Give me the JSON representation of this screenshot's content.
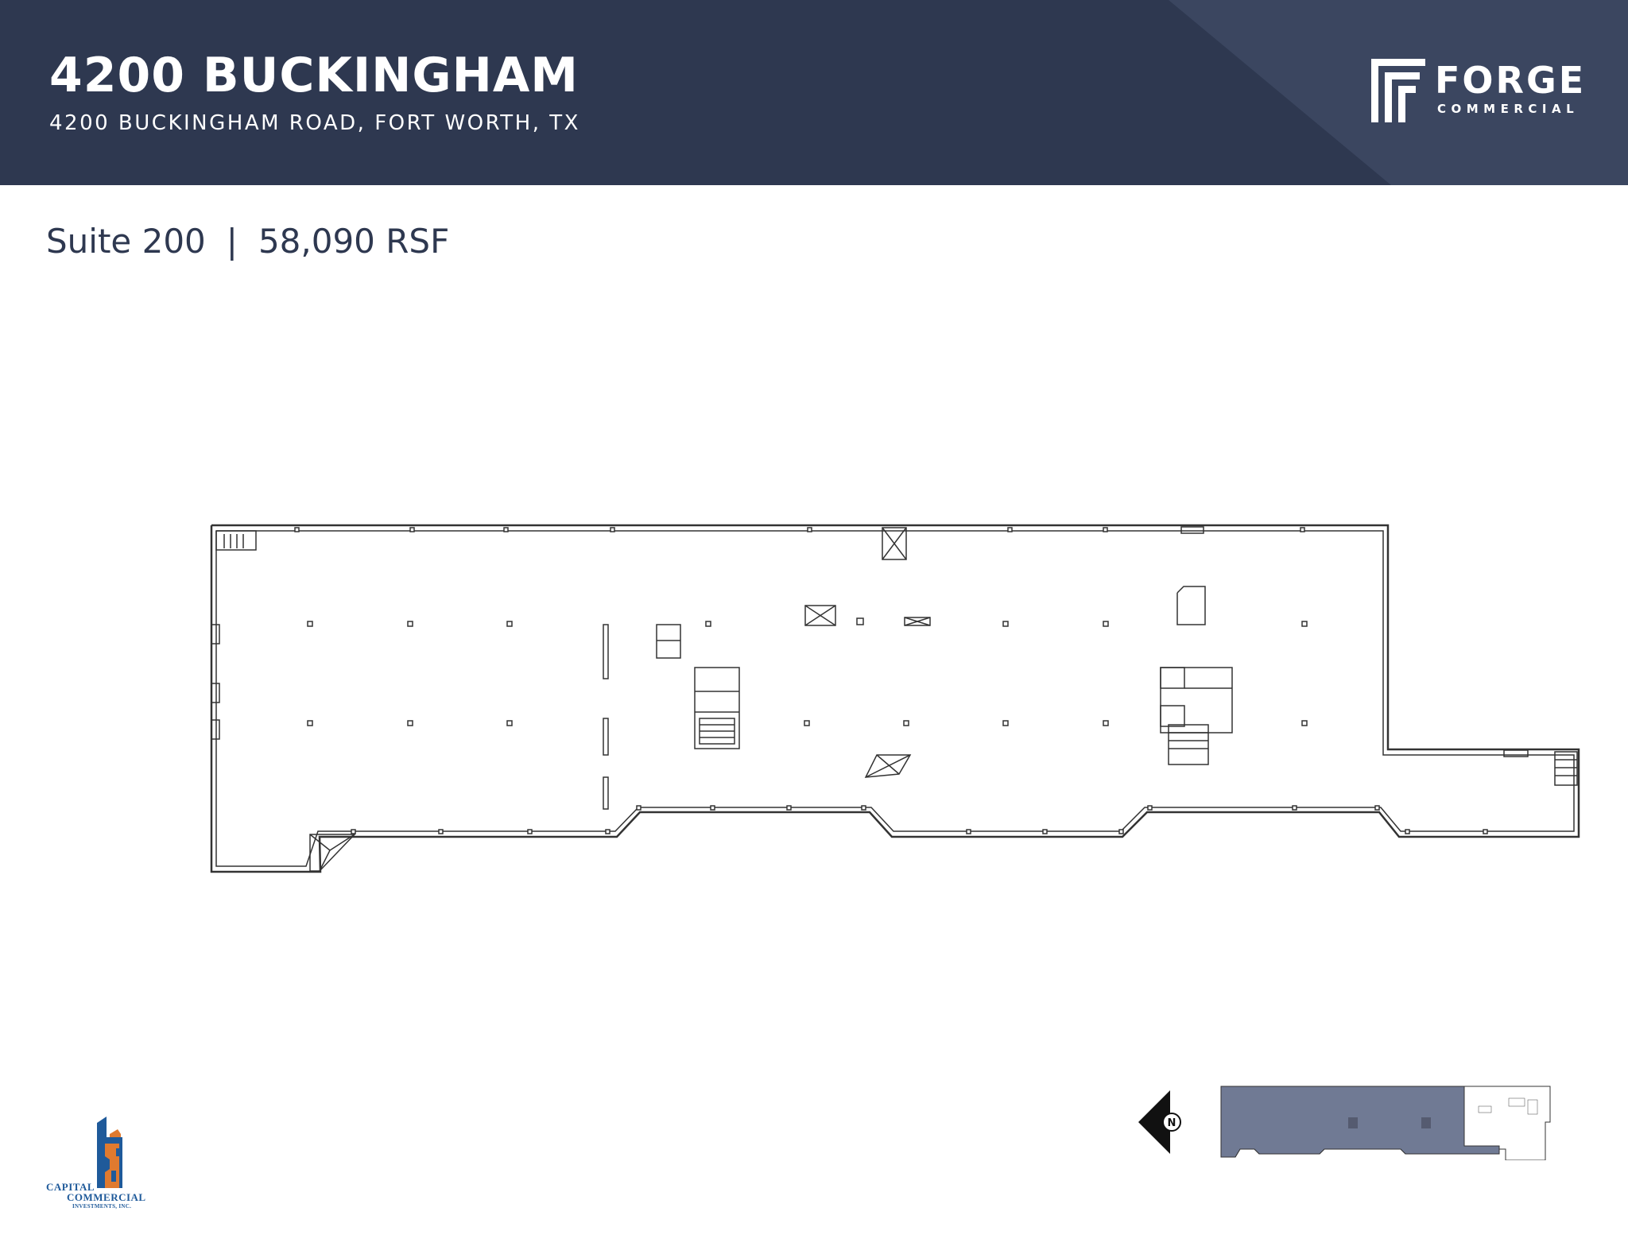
{
  "header": {
    "title": "4200 BUCKINGHAM",
    "address": "4200 BUCKINGHAM ROAD, FORT WORTH, TX",
    "background_color": "#2e3850",
    "facet_color": "#3b4660"
  },
  "broker_logo": {
    "name": "FORGE",
    "sub": "COMMERCIAL",
    "icon": "forge-f-monogram-icon"
  },
  "suite": {
    "label": "Suite 200",
    "separator": "|",
    "area": "58,090 RSF"
  },
  "floorplan": {
    "icon": "floor-plan-drawing",
    "line_color": "#333333"
  },
  "keyplan": {
    "highlight_color": "#707a94",
    "north_label": "N",
    "icon": "north-arrow-icon"
  },
  "owner_logo": {
    "line1": "CAPITAL",
    "line2": "COMMERCIAL",
    "line3": "INVESTMENTS, INC.",
    "icon": "capital-commercial-building-icon",
    "colors": [
      "#1f5a9a",
      "#e07a2f"
    ]
  }
}
